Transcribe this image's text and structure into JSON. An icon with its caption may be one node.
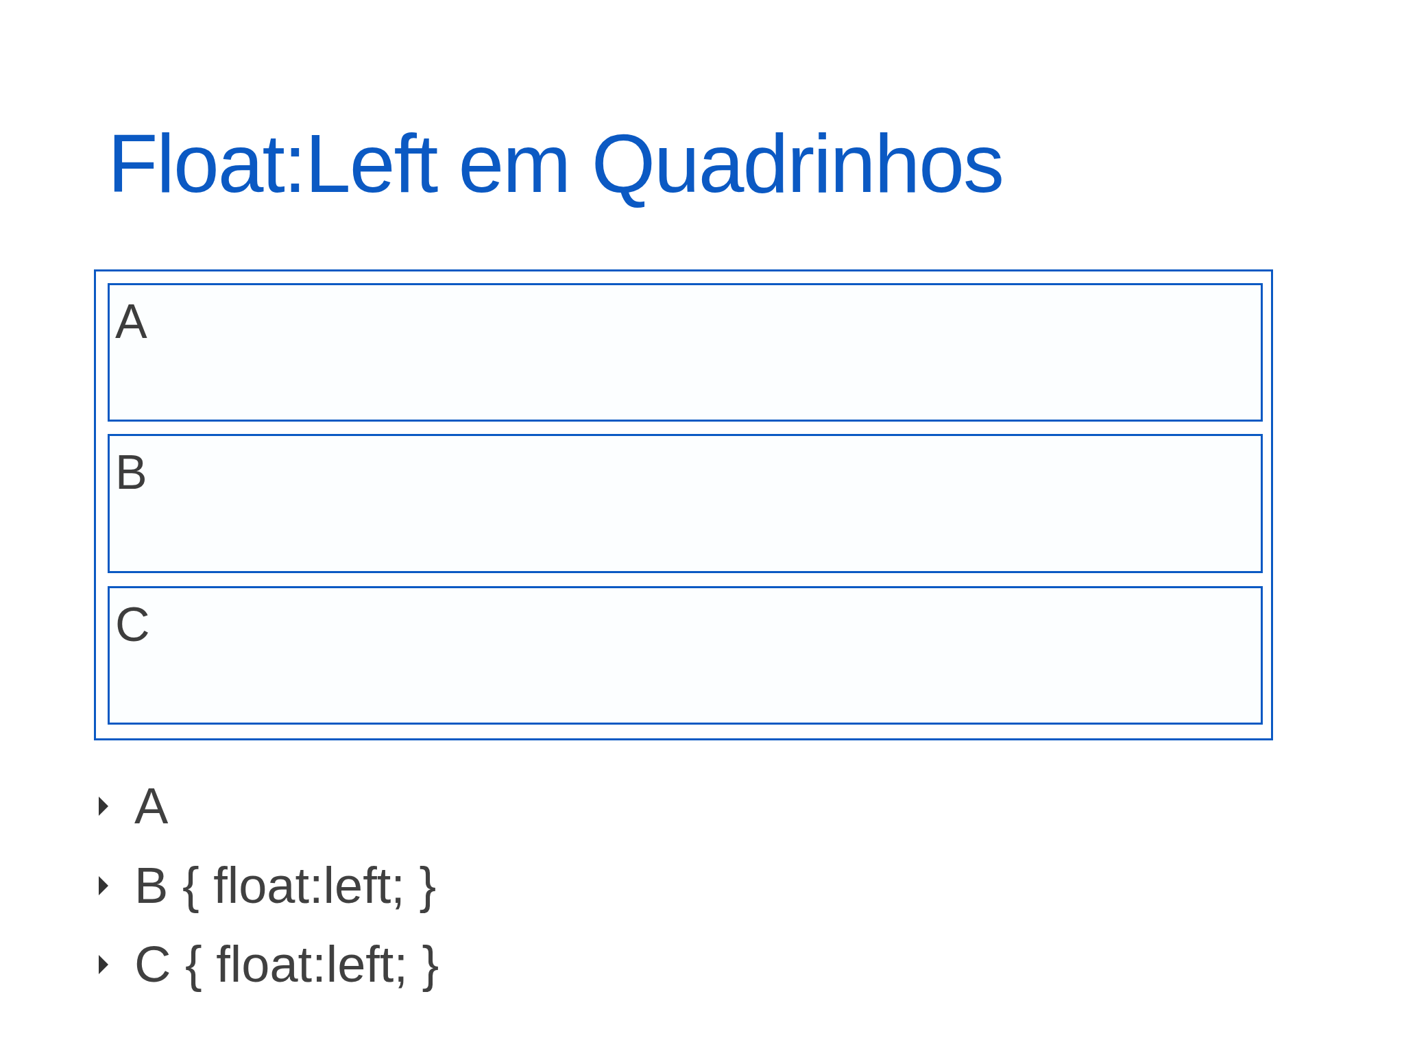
{
  "diagram": {
    "title": "Float:Left em Quadrinhos",
    "nodes": [
      {
        "text": [],
        "shape": "box"
      },
      {
        "text": [
          "A"
        ],
        "in": 0
      },
      {
        "text": [
          "B"
        ],
        "in": 0
      },
      {
        "text": [
          "C"
        ],
        "in": 0
      }
    ],
    "labels": [
      "A",
      "B { float:left; }",
      "C { float:left; }"
    ]
  }
}
